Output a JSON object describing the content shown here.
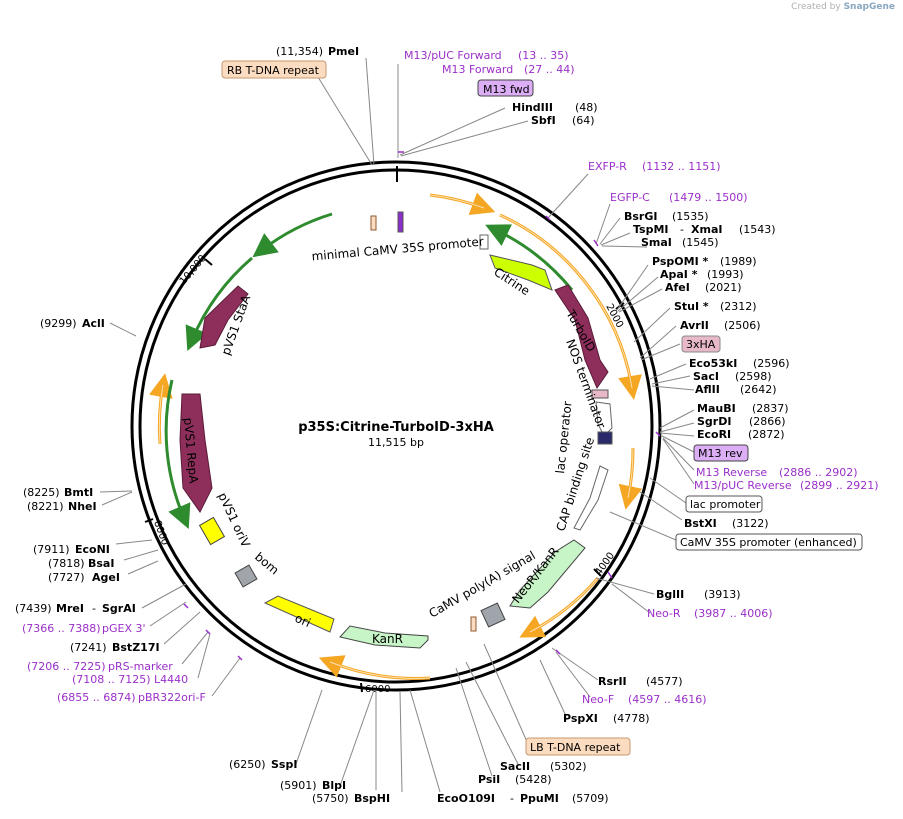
{
  "watermark": {
    "prefix": "Created by",
    "brand": "SnapGene"
  },
  "plasmid": {
    "name": "p35S:Citrine-TurboID-3xHA",
    "length": "11,515 bp"
  },
  "ticks": [
    "2000",
    "4000",
    "6000",
    "8000",
    "10,000"
  ],
  "sites": {
    "pmei": {
      "pos": "(11,354)",
      "name": "PmeI"
    },
    "hindiii": {
      "name": "HindIII",
      "pos": "(48)"
    },
    "sbfi": {
      "name": "SbfI",
      "pos": "(64)"
    },
    "bsrgi": {
      "name": "BsrGI",
      "pos": "(1535)"
    },
    "tspmi": {
      "name": "TspMI",
      "sep": "-",
      "name2": "XmaI",
      "pos": "(1543)"
    },
    "smai": {
      "name": "SmaI",
      "pos": "(1545)"
    },
    "pspomi": {
      "name": "PspOMI *",
      "pos": "(1989)"
    },
    "apai": {
      "name": "ApaI *",
      "pos": "(1993)"
    },
    "afei": {
      "name": "AfeI",
      "pos": "(2021)"
    },
    "stui": {
      "name": "StuI *",
      "pos": "(2312)"
    },
    "avrii": {
      "name": "AvrII",
      "pos": "(2506)"
    },
    "eco53ki": {
      "name": "Eco53kI",
      "pos": "(2596)"
    },
    "saci": {
      "name": "SacI",
      "pos": "(2598)"
    },
    "aflii": {
      "name": "AflII",
      "pos": "(2642)"
    },
    "maubi": {
      "name": "MauBI",
      "pos": "(2837)"
    },
    "sgrdi": {
      "name": "SgrDI",
      "pos": "(2866)"
    },
    "ecori": {
      "name": "EcoRI",
      "pos": "(2872)"
    },
    "bstxi": {
      "name": "BstXI",
      "pos": "(3122)"
    },
    "bglii": {
      "name": "BglII",
      "pos": "(3913)"
    },
    "rsrii": {
      "name": "RsrII",
      "pos": "(4577)"
    },
    "pspxi": {
      "name": "PspXI",
      "pos": "(4778)"
    },
    "sacii": {
      "name": "SacII",
      "pos": "(5302)"
    },
    "psii": {
      "name": "PsiI",
      "pos": "(5428)"
    },
    "ecoo109i": {
      "name": "EcoO109I",
      "sep": "-",
      "name2": "PpuMI",
      "pos": "(5709)"
    },
    "sspi": {
      "pos": "(6250)",
      "name": "SspI"
    },
    "blpi": {
      "pos": "(5901)",
      "name": "BlpI"
    },
    "bsphi": {
      "pos": "(5750)",
      "name": "BspHI"
    },
    "mrei": {
      "pos": "(7439)",
      "name": "MreI",
      "sep": "-",
      "name2": "SgrAI"
    },
    "bstz17i": {
      "pos": "(7241)",
      "name": "BstZ17I"
    },
    "agei": {
      "pos": "(7727)",
      "name": "AgeI"
    },
    "bsai": {
      "pos": "(7818)",
      "name": "BsaI"
    },
    "econi": {
      "pos": "(7911)",
      "name": "EcoNI"
    },
    "nhei": {
      "pos": "(8221)",
      "name": "NheI"
    },
    "bmti": {
      "pos": "(8225)",
      "name": "BmtI"
    },
    "acli": {
      "pos": "(9299)",
      "name": "AclI"
    }
  },
  "primers": {
    "m13puc_fwd": {
      "name": "M13/pUC Forward",
      "range": "(13 .. 35)"
    },
    "m13_fwd": {
      "name": "M13 Forward",
      "range": "(27 .. 44)"
    },
    "exfp_r": {
      "name": "EXFP-R",
      "range": "(1132 .. 1151)"
    },
    "egfp_c": {
      "name": "EGFP-C",
      "range": "(1479 .. 1500)"
    },
    "m13_rev": {
      "name": "M13 Reverse",
      "range": "(2886 .. 2902)"
    },
    "m13puc_rev": {
      "name": "M13/pUC Reverse",
      "range": "(2899 .. 2921)"
    },
    "neo_r": {
      "name": "Neo-R",
      "range": "(3987 .. 4006)"
    },
    "neo_f": {
      "name": "Neo-F",
      "range": "(4597 .. 4616)"
    },
    "pgex3": {
      "range": "(7366 .. 7388)",
      "name": "pGEX 3'"
    },
    "prs_marker": {
      "range": "(7206 .. 7225)",
      "name": "pRS-marker"
    },
    "l4440": {
      "range": "(7108 .. 7125)",
      "name": "L4440"
    },
    "pbr322": {
      "range": "(6855 .. 6874)",
      "name": "pBR322ori-F"
    }
  },
  "boxes": {
    "rb_tdna": "RB T-DNA repeat",
    "m13fwd": "M13 fwd",
    "ha3": "3xHA",
    "m13rev": "M13 rev",
    "lac_promoter": "lac promoter",
    "camv_enh": "CaMV 35S promoter (enhanced)",
    "lb_tdna": "LB T-DNA repeat"
  },
  "features": {
    "minimal_camv": "minimal CaMV 35S promoter",
    "citrine": "Citrine",
    "turboid": "TurboID",
    "nos_term": "NOS terminator",
    "lac_operator": "lac operator",
    "cap_site": "CAP binding site",
    "neor": "NeoR/KanR",
    "camv_polya": "CaMV poly(A) signal",
    "kanr": "KanR",
    "ori": "ori",
    "bom": "bom",
    "pvs1_oriv": "pVS1 oriV",
    "pvs1_repa": "pVS1 RepA",
    "pvs1_staa": "pVS1 StaA"
  },
  "colors": {
    "turboid": "#8e2f5b",
    "citrine": "#ccff00",
    "orf_orange": "#f5a623",
    "neor_green": "#c8f5c8",
    "primer_purple": "#9b2fc9",
    "box_orange": "#fcdcc0",
    "box_purple": "#dcaef5",
    "box_pink": "#e6b8c8",
    "grey_feature": "#a0a4ab",
    "ori_yellow": "#ffff00"
  }
}
